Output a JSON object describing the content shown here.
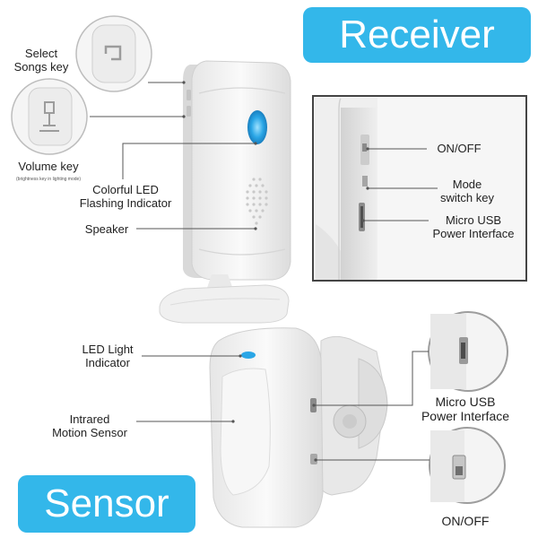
{
  "banners": {
    "receiver": "Receiver",
    "sensor": "Sensor"
  },
  "labels": {
    "select_songs_key": [
      "Select",
      "Songs key"
    ],
    "volume_key": "Volume key",
    "volume_key_note": "(brightness key in lighting mode)",
    "colorful_led": [
      "Colorful LED",
      "Flashing Indicator"
    ],
    "speaker": "Speaker",
    "on_off_top": "ON/OFF",
    "mode_switch_key": [
      "Mode",
      "switch key"
    ],
    "micro_usb_top": [
      "Micro USB",
      "Power Interface"
    ],
    "led_light_indicator": [
      "LED Light",
      "Indicator"
    ],
    "infrared_motion_sensor": [
      "Intrared",
      "Motion Sensor"
    ],
    "micro_usb_bottom": [
      "Micro USB",
      "Power Interface"
    ],
    "on_off_bottom": "ON/OFF"
  },
  "colors": {
    "banner": "#33b7ea",
    "device": "#f2f2f2",
    "led": "#2aa6e6"
  }
}
